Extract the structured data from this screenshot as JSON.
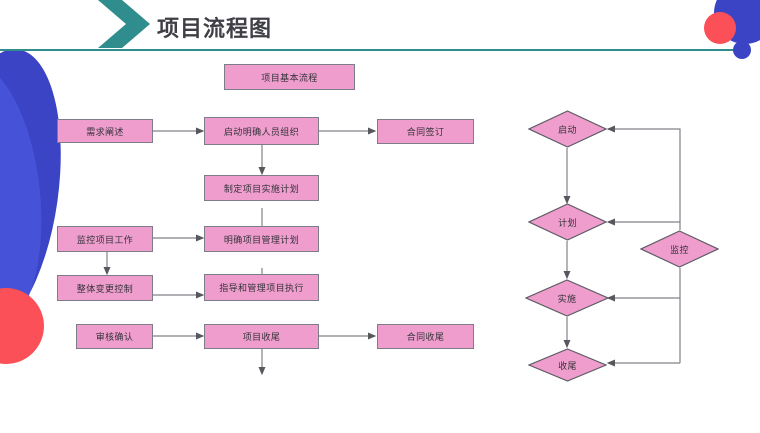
{
  "header": {
    "title": "项目流程图",
    "chevron_icon": "chevron-right-icon",
    "rule_color": "#2f8d8d"
  },
  "theme": {
    "node_fill": "#ef9dcd",
    "node_border": "#7d7d8a",
    "connector": "#808089",
    "accent_teal": "#2f8d8d",
    "accent_blue": "#3b44c4",
    "accent_red": "#fb5058",
    "title_color": "#3f3f46"
  },
  "decorations": [
    {
      "name": "blue-ellipse-left",
      "color": "#3b44c4"
    },
    {
      "name": "red-circle-left",
      "color": "#fb5058"
    },
    {
      "name": "blue-circle-top-right",
      "color": "#3b44c4"
    },
    {
      "name": "red-circle-top-right",
      "color": "#fb5058"
    },
    {
      "name": "blue-dot-top-right",
      "color": "#3b44c4"
    }
  ],
  "flowchart_left": {
    "title_node": "项目基本流程",
    "nodes": [
      {
        "id": "n1",
        "label": "需求阐述"
      },
      {
        "id": "n2",
        "label": "启动明确人员组织"
      },
      {
        "id": "n3",
        "label": "合同签订"
      },
      {
        "id": "n4",
        "label": "制定项目实施计划"
      },
      {
        "id": "n5",
        "label": "监控项目工作"
      },
      {
        "id": "n6",
        "label": "明确项目管理计划"
      },
      {
        "id": "n7",
        "label": "整体变更控制"
      },
      {
        "id": "n8",
        "label": "指导和管理项目执行"
      },
      {
        "id": "n9",
        "label": "审核确认"
      },
      {
        "id": "n10",
        "label": "项目收尾"
      },
      {
        "id": "n11",
        "label": "合同收尾"
      }
    ],
    "edges": [
      {
        "from": "n1",
        "to": "n2"
      },
      {
        "from": "n2",
        "to": "n3"
      },
      {
        "from": "n2",
        "to": "n4"
      },
      {
        "from": "n4",
        "to": "n6"
      },
      {
        "from": "n5",
        "to": "n6"
      },
      {
        "from": "n5",
        "to": "n7"
      },
      {
        "from": "n6",
        "to": "n8"
      },
      {
        "from": "n7",
        "to": "n8"
      },
      {
        "from": "n8",
        "to": "n10"
      },
      {
        "from": "n9",
        "to": "n10"
      },
      {
        "from": "n10",
        "to": "n11"
      }
    ]
  },
  "flowchart_right": {
    "nodes": [
      {
        "id": "d1",
        "label": "启动"
      },
      {
        "id": "d2",
        "label": "计划"
      },
      {
        "id": "d3",
        "label": "监控"
      },
      {
        "id": "d4",
        "label": "实施"
      },
      {
        "id": "d5",
        "label": "收尾"
      }
    ],
    "edges": [
      {
        "from": "d1",
        "to": "d2"
      },
      {
        "from": "d2",
        "to": "d4"
      },
      {
        "from": "d4",
        "to": "d5"
      },
      {
        "from": "d3",
        "to": "d1"
      },
      {
        "from": "d3",
        "to": "d2"
      },
      {
        "from": "d3",
        "to": "d4"
      },
      {
        "from": "d3",
        "to": "d5"
      }
    ]
  }
}
